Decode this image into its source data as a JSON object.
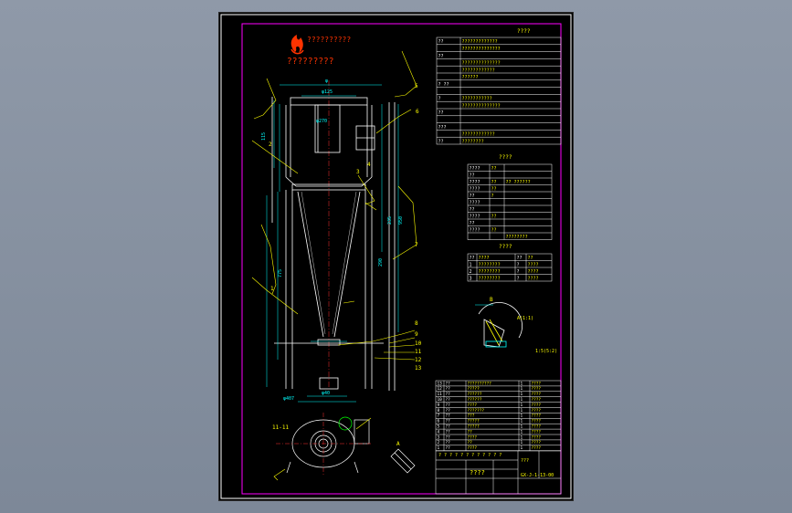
{
  "colors": {
    "background": "#8a95a6",
    "sheet": "#000000",
    "outer_frame": "#ffffff",
    "inner_frame": "#ff00ff",
    "geometry": "#ffffff",
    "dimension": "#00ffff",
    "leader": "#ffff00",
    "centerline": "#ff3030",
    "logo": "#ff3300"
  },
  "icons": {
    "logo": "flame-logo-icon"
  },
  "logo": {
    "line1": "??????????",
    "line2": "?????????"
  },
  "tech_table": {
    "title": "????",
    "rows": [
      {
        "key": "??",
        "val": "?????????????"
      },
      {
        "key": "",
        "val": "??????????????"
      },
      {
        "key": "??",
        "val": ""
      },
      {
        "key": "",
        "val": "??????????????"
      },
      {
        "key": "",
        "val": "????????????"
      },
      {
        "key": "",
        "val": "??????"
      },
      {
        "key": "? ??",
        "val": ""
      },
      {
        "key": "",
        "val": ""
      },
      {
        "key": "?",
        "val": "???????????"
      },
      {
        "key": "",
        "val": "??????????????"
      },
      {
        "key": "??",
        "val": ""
      },
      {
        "key": "",
        "val": ""
      },
      {
        "key": "???",
        "val": ""
      },
      {
        "key": "",
        "val": "????????????"
      },
      {
        "key": "??",
        "val": "????????"
      }
    ]
  },
  "param_table": {
    "title": "????",
    "rows": [
      {
        "a": "????",
        "b": "??",
        "c": ""
      },
      {
        "a": "??",
        "b": "",
        "c": ""
      },
      {
        "a": "????",
        "b": "??",
        "c": "?? ??????"
      },
      {
        "a": "????",
        "b": "??",
        "c": ""
      },
      {
        "a": "??",
        "b": "?",
        "c": ""
      },
      {
        "a": "????",
        "b": "",
        "c": ""
      },
      {
        "a": "??",
        "b": "",
        "c": ""
      },
      {
        "a": "????",
        "b": "??",
        "c": ""
      },
      {
        "a": "??",
        "b": "",
        "c": ""
      },
      {
        "a": "????",
        "b": "??",
        "c": ""
      },
      {
        "a": "",
        "b": "",
        "c": "????????"
      }
    ]
  },
  "small_table": {
    "title": "????",
    "rows": [
      {
        "a": "??",
        "b": "????",
        "c": "??",
        "d": "??"
      },
      {
        "a": "1",
        "b": "????????",
        "c": "?",
        "d": "????"
      },
      {
        "a": "2",
        "b": "????????",
        "c": "?",
        "d": "????"
      },
      {
        "a": "3",
        "b": "????????",
        "c": "?",
        "d": "????"
      }
    ]
  },
  "bom_table": {
    "rows": [
      {
        "a": "13",
        "b": "??",
        "c": "??????????",
        "d": "1",
        "e": "????"
      },
      {
        "a": "12",
        "b": "??",
        "c": "?????",
        "d": "1",
        "e": "????"
      },
      {
        "a": "11",
        "b": "??",
        "c": "??????",
        "d": "1",
        "e": "????"
      },
      {
        "a": "10",
        "b": "??",
        "c": "??????",
        "d": "1",
        "e": "????"
      },
      {
        "a": "9",
        "b": "??",
        "c": "????",
        "d": "1",
        "e": "????"
      },
      {
        "a": "8",
        "b": "??",
        "c": "???????",
        "d": "1",
        "e": "????"
      },
      {
        "a": "7",
        "b": "??",
        "c": "???",
        "d": "1",
        "e": "????"
      },
      {
        "a": "6",
        "b": "??",
        "c": "?????",
        "d": "1",
        "e": "????"
      },
      {
        "a": "5",
        "b": "??",
        "c": "?????",
        "d": "1",
        "e": "????"
      },
      {
        "a": "4",
        "b": "??",
        "c": "??",
        "d": "1",
        "e": "????"
      },
      {
        "a": "3",
        "b": "??",
        "c": "????",
        "d": "1",
        "e": "????"
      },
      {
        "a": "2",
        "b": "??",
        "c": "??",
        "d": "1",
        "e": "????"
      },
      {
        "a": "1",
        "b": "??",
        "c": "????",
        "d": "1",
        "e": "????"
      }
    ],
    "header": "? ? ? ? ? ? ? ? ? ? ? ?"
  },
  "title_block": {
    "drawing_name": "????",
    "drawing_number": "GX-J-1-13-00",
    "side_label": "???"
  },
  "callouts": [
    "5",
    "6",
    "2",
    "3",
    "4",
    "7",
    "1",
    "8",
    "9",
    "10",
    "11",
    "12",
    "13"
  ],
  "views": {
    "main_view": "main-view",
    "section_label": "A",
    "section_b_label": "B",
    "detail_label": "A(1:1)",
    "scale_note": "1:5(5:2)",
    "section_cc": "11-11",
    "dims": {
      "top_width": "φ125",
      "top_diam": "φ",
      "inlet_h": "115",
      "side_h": "235",
      "pipe_d": "φ270",
      "cone_h": "775",
      "right_h": "950",
      "mid_h": "290",
      "bottom_w": "φ40",
      "base_d": "φ407"
    }
  }
}
